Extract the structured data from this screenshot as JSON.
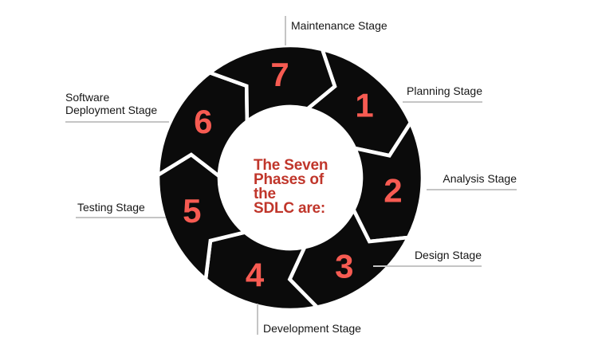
{
  "title": {
    "text": "The Seven Phases of the SDLC are:",
    "lines": [
      "The Seven",
      "Phases of the",
      "SDLC are:"
    ]
  },
  "stages": [
    {
      "number": "1",
      "label": "Planning Stage"
    },
    {
      "number": "2",
      "label": "Analysis Stage"
    },
    {
      "number": "3",
      "label": "Design Stage"
    },
    {
      "number": "4",
      "label": "Development Stage"
    },
    {
      "number": "5",
      "label": "Testing Stage"
    },
    {
      "number": "6",
      "label": "Software Deployment Stage"
    },
    {
      "number": "7",
      "label": "Maintenance Stage"
    }
  ],
  "colors": {
    "segment_fill": "#0b0b0b",
    "segment_gap": "#ffffff",
    "stage_number": "#f75b52",
    "title_text": "#c0362b",
    "label_text": "#161616",
    "leader_line": "#c5c5c5",
    "background": "#ffffff"
  }
}
